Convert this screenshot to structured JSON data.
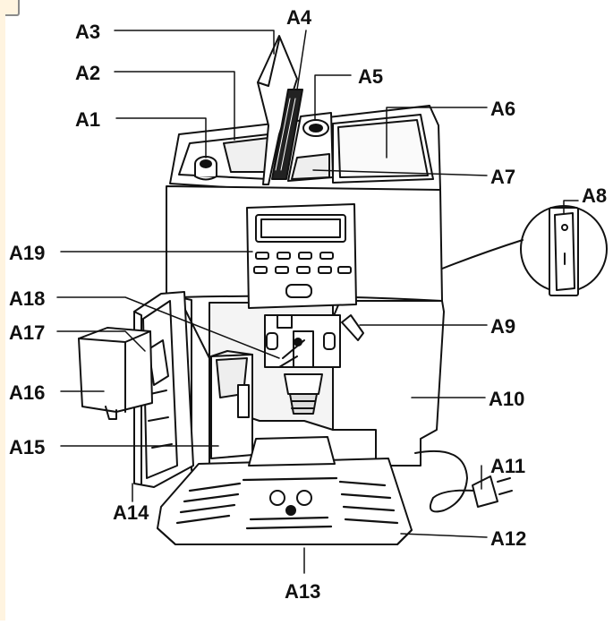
{
  "labels": [
    {
      "id": "A1",
      "text": "A1"
    },
    {
      "id": "A2",
      "text": "A2"
    },
    {
      "id": "A3",
      "text": "A3"
    },
    {
      "id": "A4",
      "text": "A4"
    },
    {
      "id": "A5",
      "text": "A5"
    },
    {
      "id": "A6",
      "text": "A6"
    },
    {
      "id": "A7",
      "text": "A7"
    },
    {
      "id": "A8",
      "text": "A8"
    },
    {
      "id": "A9",
      "text": "A9"
    },
    {
      "id": "A10",
      "text": "A10"
    },
    {
      "id": "A11",
      "text": "A11"
    },
    {
      "id": "A12",
      "text": "A12"
    },
    {
      "id": "A13",
      "text": "A13"
    },
    {
      "id": "A14",
      "text": "A14"
    },
    {
      "id": "A15",
      "text": "A15"
    },
    {
      "id": "A16",
      "text": "A16"
    },
    {
      "id": "A17",
      "text": "A17"
    },
    {
      "id": "A18",
      "text": "A18"
    },
    {
      "id": "A19",
      "text": "A19"
    }
  ],
  "colors": {
    "line": "#111111",
    "fill": "#ffffff",
    "shade": "#f2f2f2",
    "accent_tab": "#fff4e0"
  }
}
